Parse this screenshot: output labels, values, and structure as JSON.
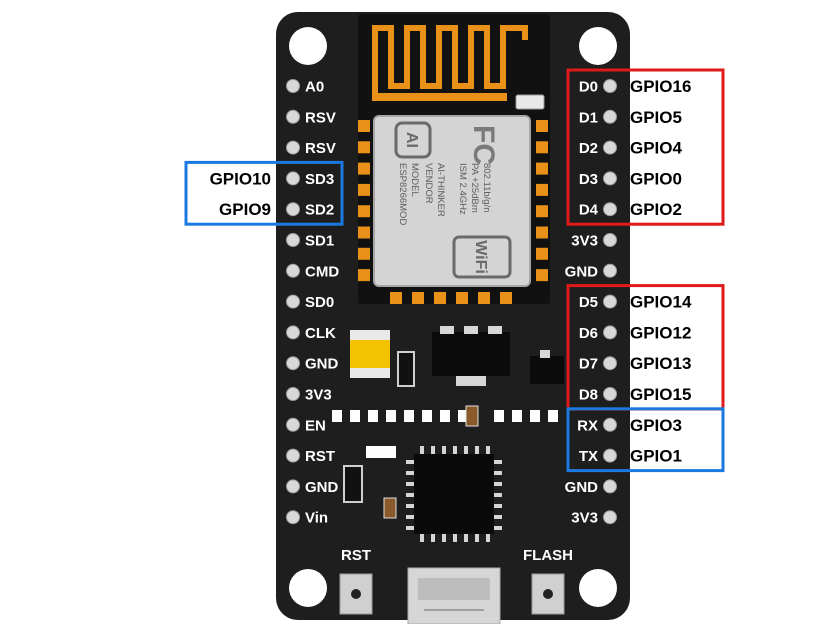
{
  "board": {
    "colors": {
      "pcb": "#1e1e1e",
      "pad": "#e89018",
      "pin": "#d8d8d8",
      "red_box": "#e01919",
      "blue_box": "#1a7ae0"
    },
    "module": {
      "logo_mark": "AI",
      "fcc": "FC",
      "model_line": "MODEL",
      "model_name": "ESP8266MOD",
      "vendor_line": "VENDOR",
      "vendor_name": "AI-THINKER",
      "band": "ISM 2.4GHz",
      "power": "PA +25dBm",
      "standard": "802.11b/g/n",
      "wifi_text": "WiFi"
    },
    "left_pins": [
      "A0",
      "RSV",
      "RSV",
      "SD3",
      "SD2",
      "SD1",
      "CMD",
      "SD0",
      "CLK",
      "GND",
      "3V3",
      "EN",
      "RST",
      "GND",
      "Vin"
    ],
    "right_pins": [
      "D0",
      "D1",
      "D2",
      "D3",
      "D4",
      "3V3",
      "GND",
      "D5",
      "D6",
      "D7",
      "D8",
      "RX",
      "TX",
      "GND",
      "3V3"
    ],
    "left_gpio": [
      {
        "pin": "SD3",
        "gpio": "GPIO10"
      },
      {
        "pin": "SD2",
        "gpio": "GPIO9"
      }
    ],
    "right_gpio_groups": [
      {
        "color": "red",
        "items": [
          {
            "pin": "D0",
            "gpio": "GPIO16"
          },
          {
            "pin": "D1",
            "gpio": "GPIO5"
          },
          {
            "pin": "D2",
            "gpio": "GPIO4"
          },
          {
            "pin": "D3",
            "gpio": "GPIO0"
          },
          {
            "pin": "D4",
            "gpio": "GPIO2"
          }
        ]
      },
      {
        "color": "red",
        "items": [
          {
            "pin": "D5",
            "gpio": "GPIO14"
          },
          {
            "pin": "D6",
            "gpio": "GPIO12"
          },
          {
            "pin": "D7",
            "gpio": "GPIO13"
          },
          {
            "pin": "D8",
            "gpio": "GPIO15"
          }
        ]
      },
      {
        "color": "blue",
        "items": [
          {
            "pin": "RX",
            "gpio": "GPIO3"
          },
          {
            "pin": "TX",
            "gpio": "GPIO1"
          }
        ]
      }
    ],
    "buttons": {
      "rst": "RST",
      "flash": "FLASH"
    }
  }
}
